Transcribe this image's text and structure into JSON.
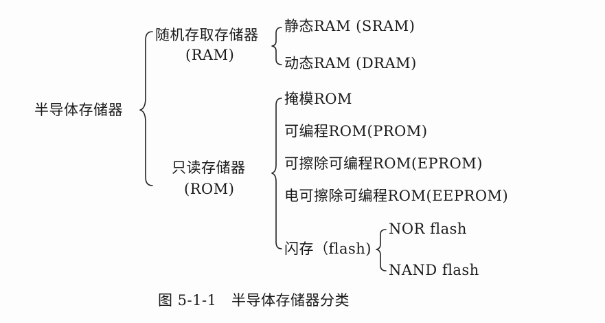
{
  "diagram": {
    "root": "半导体存储器",
    "ram": {
      "line1": "随机存取存储器",
      "line2": "(RAM)",
      "children": [
        "静态RAM (SRAM)",
        "动态RAM (DRAM)"
      ]
    },
    "rom": {
      "line1": "只读存储器",
      "line2": "(ROM)",
      "children": [
        "掩模ROM",
        "可编程ROM(PROM)",
        "可擦除可编程ROM(EPROM)",
        "电可擦除可编程ROM(EEPROM)",
        "闪存（flash)"
      ]
    },
    "flash_children": [
      "NOR flash",
      "NAND flash"
    ],
    "caption": "图 5-1-1　半导体存储器分类"
  }
}
